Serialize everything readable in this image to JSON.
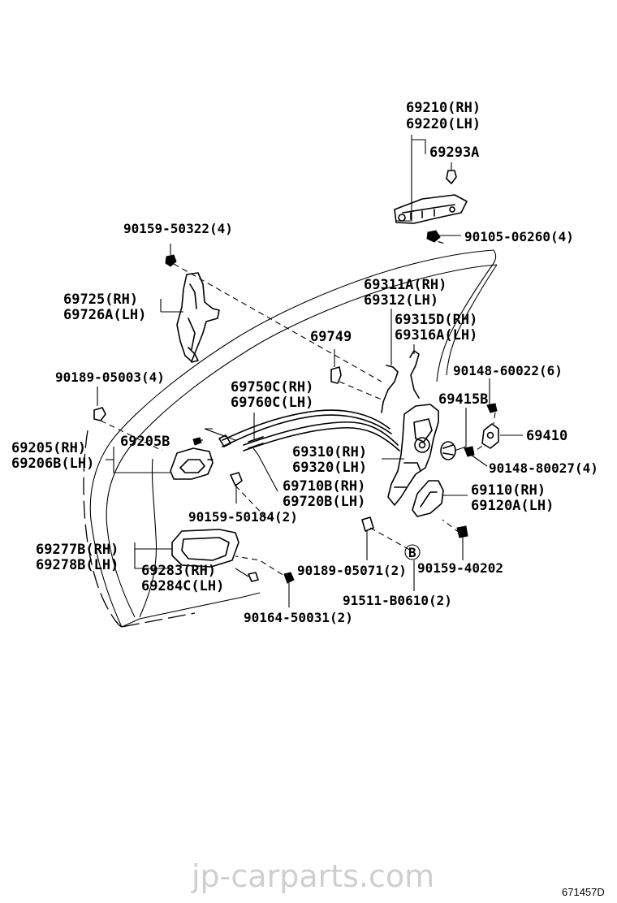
{
  "labels": {
    "p69210": "69210(RH)",
    "p69220": "69220(LH)",
    "p69293a": "69293A",
    "p90105": "90105-06260(4)",
    "p90159_50322": "90159-50322(4)",
    "p69725": "69725(RH)",
    "p69726a": "69726A(LH)",
    "p69311a": "69311A(RH)",
    "p69312": "69312(LH)",
    "p69315d": "69315D(RH)",
    "p69316a": "69316A(LH)",
    "p69749": "69749",
    "p90148_60022": "90148-60022(6)",
    "p90189_05003": "90189-05003(4)",
    "p69750c": "69750C(RH)",
    "p69760c": "69760C(LH)",
    "p69415b": "69415B",
    "p69410": "69410",
    "p69205": "69205(RH)",
    "p69206b": "69206B(LH)",
    "p69205b": "69205B",
    "p69310": "69310(RH)",
    "p69320": "69320(LH)",
    "p90148_80027": "90148-80027(4)",
    "p69710b": "69710B(RH)",
    "p69720b": "69720B(LH)",
    "p69110": "69110(RH)",
    "p69120a": "69120A(LH)",
    "p90159_50184": "90159-50184(2)",
    "p69277b": "69277B(RH)",
    "p69278b": "69278B(LH)",
    "p69283": "69283(RH)",
    "p69284c": "69284C(LH)",
    "p90189_05071": "90189-05071(2)",
    "p90159_40202": "90159-40202",
    "p91511": "91511-B0610(2)",
    "p90164": "90164-50031(2)",
    "callout_b": "B"
  },
  "watermark": "jp-carparts.com",
  "diagram_code": "671457D"
}
